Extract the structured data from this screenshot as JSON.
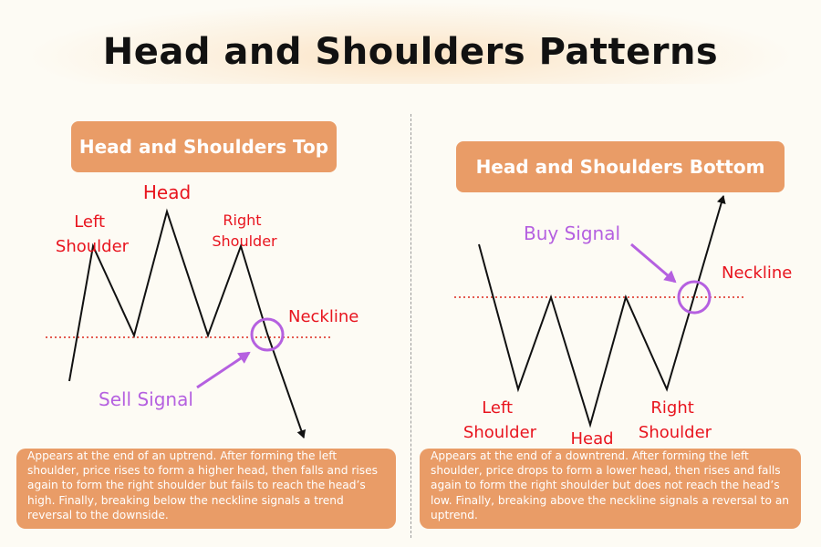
{
  "title": "Head and Shoulders Patterns",
  "top": {
    "title": "Head and Shoulders Top",
    "labels": {
      "head": "Head",
      "left_shoulder": [
        "Left",
        "Shoulder"
      ],
      "right_shoulder": [
        "Right",
        "Shoulder"
      ],
      "neckline": "Neckline",
      "signal": "Sell Signal"
    },
    "description": "Appears at the end of an uptrend. After forming the left shoulder, price rises to form a higher head, then falls and rises again to form the right shoulder but fails to reach the head’s high. Finally, breaking below the neckline signals a trend reversal to the downside."
  },
  "bottom": {
    "title": "Head and Shoulders Bottom",
    "labels": {
      "head": "Head",
      "left_shoulder": [
        "Left",
        "Shoulder"
      ],
      "right_shoulder": [
        "Right",
        "Shoulder"
      ],
      "neckline": "Neckline",
      "signal": "Buy Signal"
    },
    "description": "Appears at the end of a downtrend. After forming the left shoulder, price drops to form a lower head, then rises and falls again to form the right shoulder but does not reach the head’s low. Finally, breaking above the neckline signals a reversal to an uptrend."
  },
  "colors": {
    "accent": "#e99c67",
    "label": "#e8141e",
    "signal": "#b560e0",
    "neckline": "#e0453a",
    "line": "#111111"
  }
}
